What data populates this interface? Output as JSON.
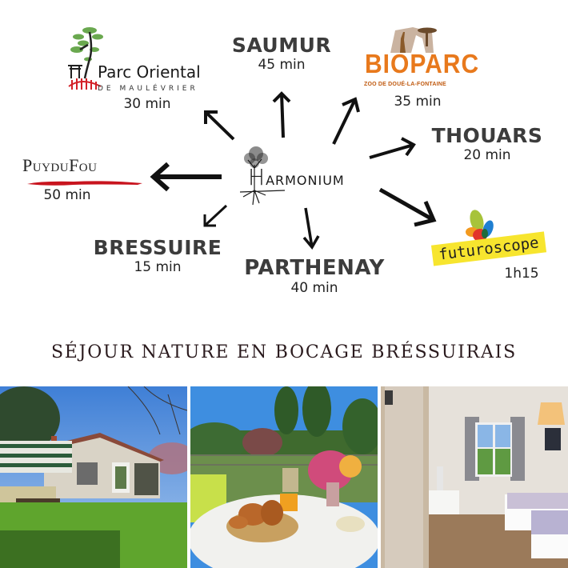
{
  "center": {
    "logo_initial": "H",
    "logo_text": "ARMONIUM"
  },
  "destinations": [
    {
      "id": "parc-oriental",
      "name": "Parc Oriental",
      "subtitle": "DE MAULÉVRIER",
      "time": "30 min"
    },
    {
      "id": "saumur",
      "name": "SAUMUR",
      "time": "45 min"
    },
    {
      "id": "bioparc",
      "name": "BIOPARC",
      "subtitle": "ZOO DE DOUÉ-LA-FONTAINE",
      "time": "35 min"
    },
    {
      "id": "thouars",
      "name": "THOUARS",
      "time": "20 min"
    },
    {
      "id": "puy-du-fou",
      "name": "PuyduFou",
      "time": "50 min"
    },
    {
      "id": "futuroscope",
      "name": "futuroscope",
      "time": "1h15"
    },
    {
      "id": "bressuire",
      "name": "BRESSUIRE",
      "time": "15 min"
    },
    {
      "id": "parthenay",
      "name": "PARTHENAY",
      "time": "40 min"
    }
  ],
  "headline": "SÉJOUR NATURE EN BOCAGE BRÉSSUIRAIS",
  "photos": [
    {
      "subject": "house-garden"
    },
    {
      "subject": "breakfast-table"
    },
    {
      "subject": "bedroom"
    }
  ],
  "colors": {
    "city_text": "#3c3c3c",
    "bioparc_orange": "#e8791c",
    "puydufou_red": "#c8141e",
    "futuroscope_yellow": "#f7e52e",
    "headline_text": "#2a1a1d"
  }
}
